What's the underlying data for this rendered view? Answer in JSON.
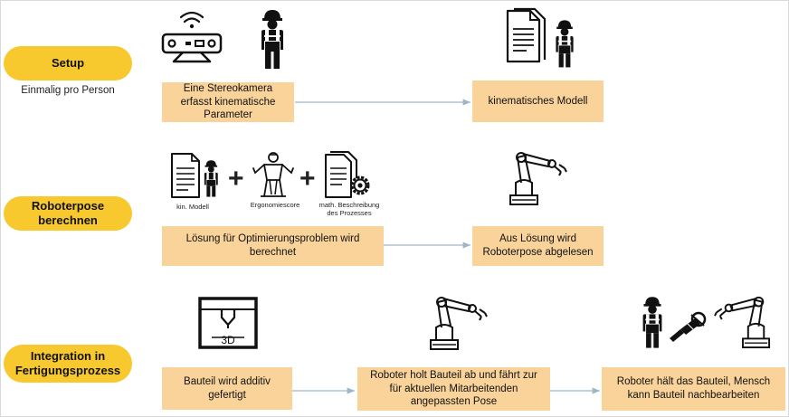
{
  "colors": {
    "pill": "#f8c92f",
    "box": "#f9d39a",
    "icon": "#111111",
    "arrow": "#9fb6c8"
  },
  "rows": {
    "setup": {
      "label": "Setup",
      "sublabel": "Einmalig pro Person",
      "box_left": "Eine Stereokamera erfasst kinematische Parameter",
      "box_right": "kinematisches Modell",
      "icons": [
        "stereo-camera-icon",
        "worker-icon",
        "document-stack-icon",
        "worker-icon"
      ]
    },
    "pose": {
      "label": "Roboterpose berechnen",
      "box_left": "Lösung für Optimierungsproblem wird berechnet",
      "box_right": "Aus Lösung wird Roboterpose abgelesen",
      "inputs": [
        {
          "icon": "document-worker-icon",
          "caption": "kin. Modell"
        },
        {
          "icon": "ergonomics-figure-icon",
          "caption": "Ergonomiescore"
        },
        {
          "icon": "document-gear-icon",
          "caption": "math. Beschreibung des Prozesses"
        }
      ],
      "operators": [
        "+",
        "+"
      ],
      "output_icon": "robot-arm-icon"
    },
    "integration": {
      "label": "Integration in Fertigungsprozess",
      "box_1": "Bauteil wird additiv gefertigt",
      "box_2": "Roboter holt Bauteil ab und fährt zur für aktuellen Mitarbeitenden angepassten Pose",
      "box_3": "Roboter hält das Bauteil, Mensch kann Bauteil nachbearbeiten",
      "printer_label": "3D",
      "icons": [
        "3d-printer-icon",
        "robot-arm-icon",
        "worker-icon",
        "grinder-tool-icon",
        "robot-arm-icon"
      ]
    }
  }
}
